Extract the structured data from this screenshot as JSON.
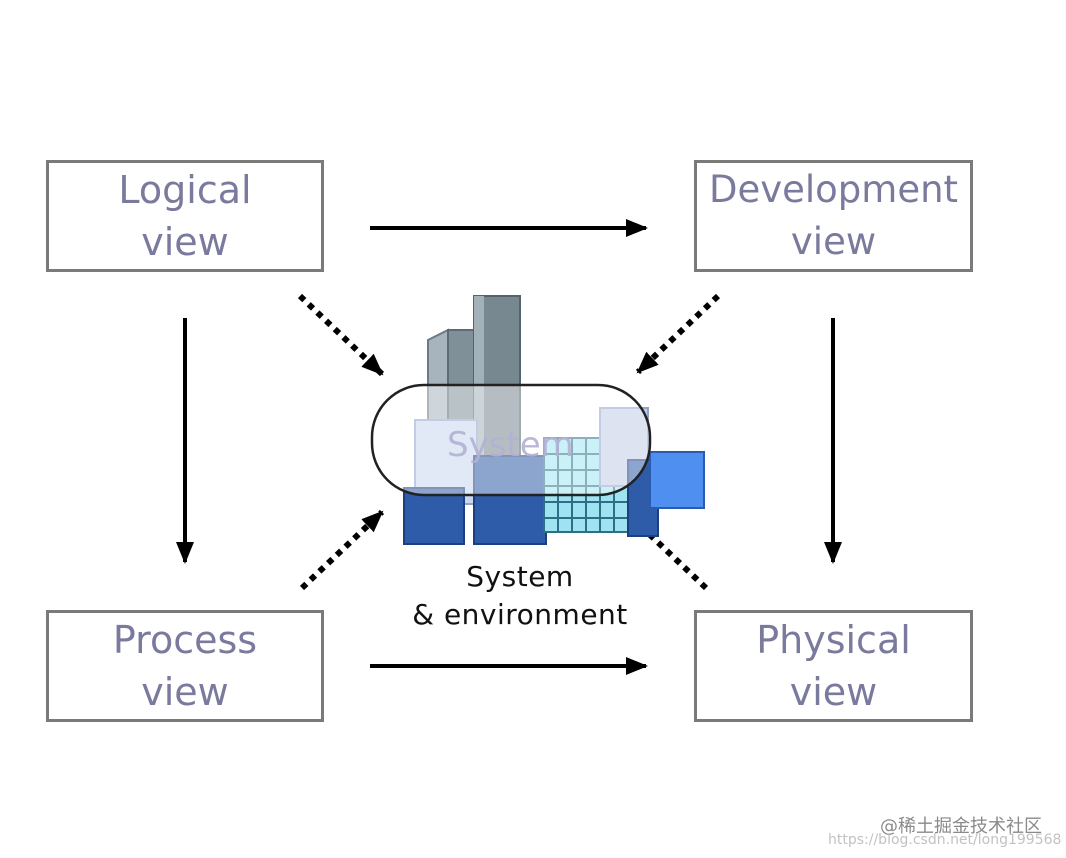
{
  "views": {
    "logical": {
      "line1": "Logical",
      "line2": "view"
    },
    "development": {
      "line1": "Development",
      "line2": "view"
    },
    "process": {
      "line1": "Process",
      "line2": "view"
    },
    "physical": {
      "line1": "Physical",
      "line2": "view"
    }
  },
  "center": {
    "pill_label": "System",
    "caption_line1": "System",
    "caption_line2": "& environment",
    "icon": "buildings-icon"
  },
  "colors": {
    "box_border": "#7a7a7a",
    "box_text": "#7a7a9e",
    "arrow": "#000000"
  },
  "watermark": {
    "brand": "@稀土掘金技术社区",
    "url": "https://blog.csdn.net/long199568"
  }
}
